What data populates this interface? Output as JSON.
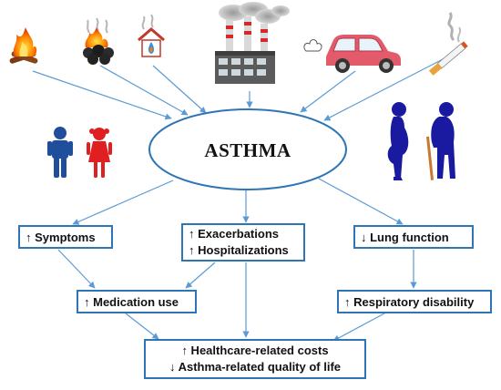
{
  "center": {
    "label": "ASTHMA"
  },
  "exposures": [
    {
      "icon": "bonfire-icon"
    },
    {
      "icon": "burning-coal-icon"
    },
    {
      "icon": "household-gas-icon"
    },
    {
      "icon": "factory-pollution-icon"
    },
    {
      "icon": "car-exhaust-icon"
    },
    {
      "icon": "cigarette-smoke-icon"
    }
  ],
  "populations": [
    {
      "icon": "children-icon"
    },
    {
      "icon": "pregnant-woman-and-elderly-icon"
    }
  ],
  "outcomes": {
    "symptoms": "↑ Symptoms",
    "exacerbations": "↑ Exacerbations",
    "hospitalizations": "↑ Hospitalizations",
    "lung_function": "↓ Lung function",
    "medication_use": "↑ Medication use",
    "respiratory_disability": "↑ Respiratory disability",
    "healthcare_costs": "↑ Healthcare-related costs",
    "quality_of_life": "↓ Asthma-related quality of life"
  },
  "colors": {
    "box_border": "#2e75b6",
    "arrow": "#5b9bd5",
    "figure_blue": "#1f4e9c",
    "girl_red": "#e02020",
    "silhouette": "#1a1aa0"
  }
}
